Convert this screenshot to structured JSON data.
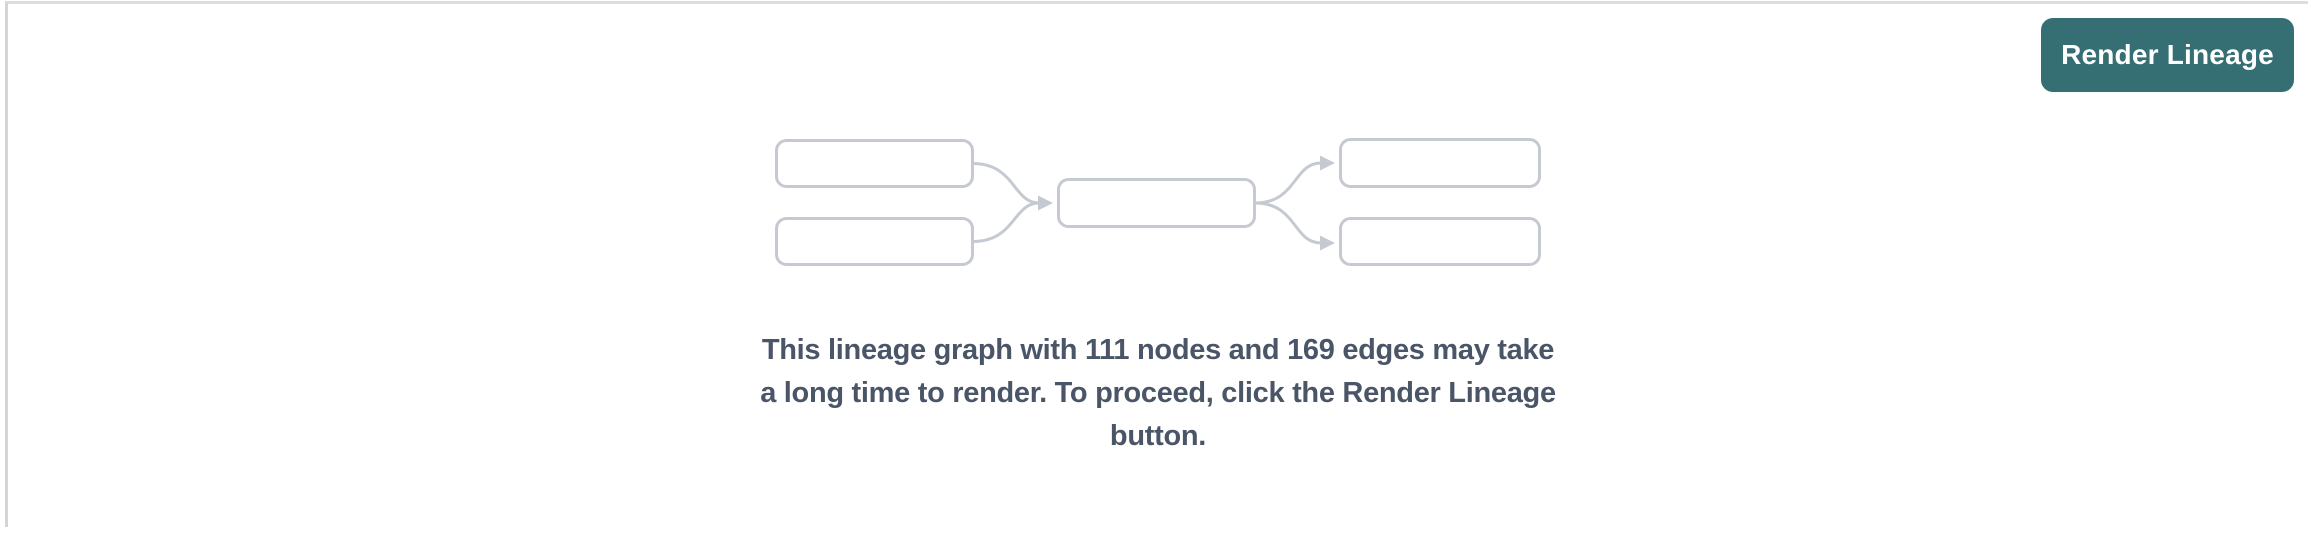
{
  "header": {
    "render_button": {
      "label": "Render Lineage"
    }
  },
  "main": {
    "message": "This lineage graph with 111 nodes and 169 edges may take\na long time to render. To proceed, click the Render Lineage\nbutton.",
    "node_count": "111",
    "edge_count": "169"
  },
  "colors": {
    "button-bg": "#356e73",
    "button-text": "#ffffff",
    "message-text": "#4a5568",
    "diagram-stroke": "#c5c9d2",
    "panel-border-top": "#dddde1",
    "panel-border-left": "#d5d5d9",
    "page-bg": "#ffffff"
  }
}
